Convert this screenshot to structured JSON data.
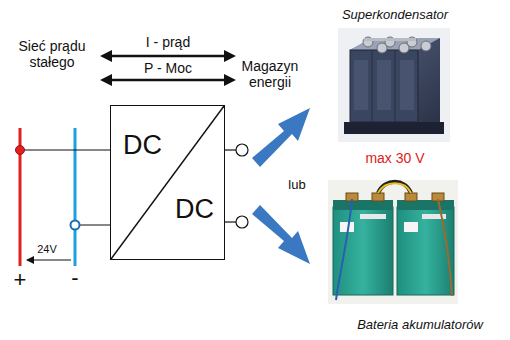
{
  "diagram": {
    "nodes": [
      {
        "text": [
          "DC",
          "DC"
        ]
      }
    ],
    "labels": [
      "Sieć prądu stałego",
      "I - prąd",
      "P - Moc",
      "Magazyn energii",
      "Superkondensator",
      "lub",
      "max 30 V",
      "24V",
      "+",
      "-",
      "Bateria akumulatorów"
    ]
  }
}
